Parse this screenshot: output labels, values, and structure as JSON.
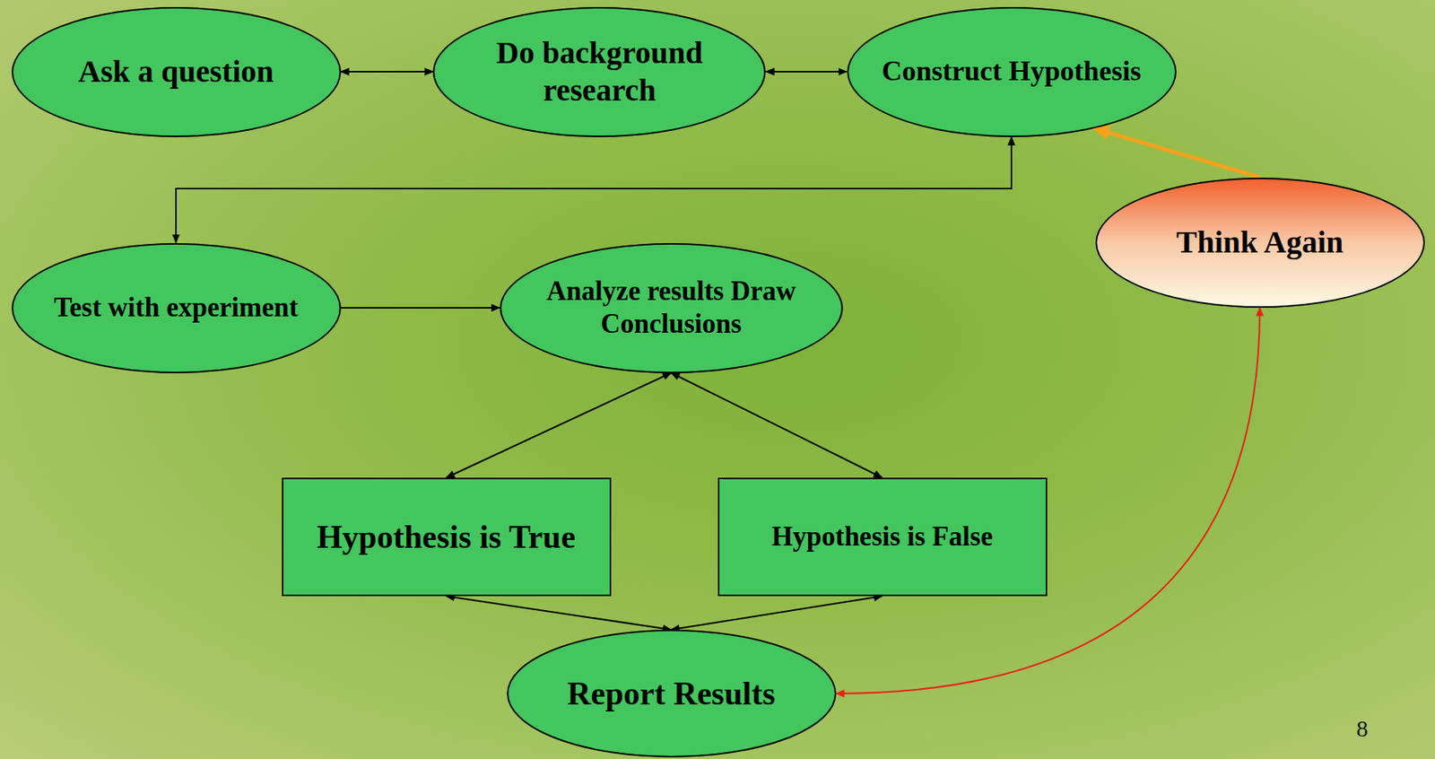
{
  "diagram": {
    "nodes": [
      {
        "text": [
          "Ask a question"
        ]
      },
      {
        "text": [
          "Do background research"
        ]
      },
      {
        "text": [
          "Construct Hypothesis"
        ]
      },
      {
        "text": [
          "Think Again"
        ]
      },
      {
        "text": [
          "Test with experiment"
        ]
      },
      {
        "text": [
          "Analyze results Draw Conclusions"
        ]
      },
      {
        "text": [
          "Hypothesis is True"
        ]
      },
      {
        "text": [
          "Hypothesis is False"
        ]
      },
      {
        "text": [
          "Report Results"
        ]
      }
    ],
    "edges": [
      {
        "from": 0,
        "to": 1,
        "arrow": "both"
      },
      {
        "from": 1,
        "to": 2,
        "arrow": "both"
      },
      {
        "from": 2,
        "to": 4,
        "arrow": "both"
      },
      {
        "from": 4,
        "to": 5,
        "arrow": "to"
      },
      {
        "from": 5,
        "to": 6,
        "arrow": "both"
      },
      {
        "from": 5,
        "to": 7,
        "arrow": "both"
      },
      {
        "from": 6,
        "to": 8,
        "arrow": "both"
      },
      {
        "from": 7,
        "to": 8,
        "arrow": "both"
      },
      {
        "from": 3,
        "to": 2,
        "arrow": "to"
      },
      {
        "from": 8,
        "to": 3,
        "arrow": "both"
      }
    ],
    "labels": [
      "8"
    ]
  }
}
